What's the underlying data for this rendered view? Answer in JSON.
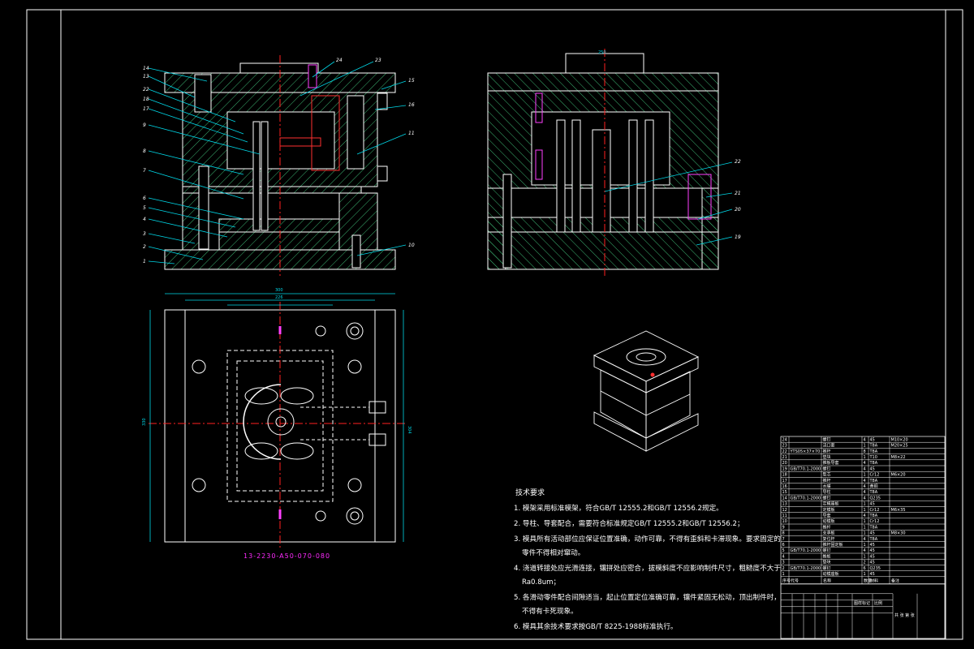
{
  "drawing": {
    "part_code": "13-2230-A50-070-080",
    "colors": {
      "frame": "#ffffff",
      "outline": "#ffffff",
      "hatch": "#3cb371",
      "centerline": "#ff2020",
      "dimension": "#00d8e8",
      "hidden": "#ffff00",
      "part_red": "#ff3030",
      "magenta": "#ff40ff"
    },
    "dimensions": [
      "300",
      "226",
      "330",
      "304",
      "250"
    ],
    "front_view_labels": [
      "14",
      "13",
      "22",
      "18",
      "17",
      "9",
      "8",
      "7",
      "6",
      "5",
      "4",
      "3",
      "2",
      "1",
      "24",
      "23",
      "15",
      "16",
      "11",
      "10"
    ],
    "side_view_labels": [
      "22",
      "21",
      "20",
      "19"
    ]
  },
  "notes": {
    "title": "技术要求",
    "items": [
      "1. 模架采用标准模架，符合GB/T 12555.2和GB/T 12556.2规定。",
      "2. 导柱、导套配合，需要符合标准规定GB/T 12555.2和GB/T 12556.2；",
      "3. 模具所有活动部位应保证位置准确，动作可靠，不得有歪斜和卡滞现象。要求固定的",
      "零件不得相对窜动。",
      "4. 浇道转接处应光滑连接，镶拼处应密合，拔模斜度不应影响制件尺寸，粗糙度不大于",
      "Ra0.8um；",
      "5. 各滑动零件配合间隙适当，起止位置定位准确可靠，镶件紧固无松动，顶出制件时，",
      "不得有卡死现象。",
      "6. 模具其余技术要求按GB/T 8225-1988标准执行。"
    ]
  },
  "parts_table": {
    "rows": [
      {
        "no": "24",
        "std": "",
        "name": "螺钉",
        "qty": "4",
        "mat": "45",
        "note": "M10×20"
      },
      {
        "no": "23",
        "std": "",
        "name": "浇口套",
        "qty": "1",
        "mat": "T8A",
        "note": "M20×25"
      },
      {
        "no": "22",
        "std": "YTS05×37×70",
        "name": "推杆",
        "qty": "8",
        "mat": "T8A",
        "note": ""
      },
      {
        "no": "21",
        "std": "",
        "name": "垫块",
        "qty": "1",
        "mat": "T10",
        "note": "M8×22"
      },
      {
        "no": "20",
        "std": "",
        "name": "推板导套",
        "qty": "4",
        "mat": "T8A",
        "note": ""
      },
      {
        "no": "19",
        "std": "GB/T70.1-2000",
        "name": "螺钉",
        "qty": "4",
        "mat": "45",
        "note": ""
      },
      {
        "no": "18",
        "std": "",
        "name": "型芯",
        "qty": "1",
        "mat": "Cr12",
        "note": "M6×20"
      },
      {
        "no": "17",
        "std": "",
        "name": "推杆",
        "qty": "4",
        "mat": "T8A",
        "note": ""
      },
      {
        "no": "16",
        "std": "",
        "name": "水嘴",
        "qty": "4",
        "mat": "黄铜",
        "note": ""
      },
      {
        "no": "15",
        "std": "",
        "name": "导柱",
        "qty": "4",
        "mat": "T8A",
        "note": ""
      },
      {
        "no": "14",
        "std": "GB/T70.1-2000",
        "name": "螺钉",
        "qty": "4",
        "mat": "Q235",
        "note": ""
      },
      {
        "no": "13",
        "std": "",
        "name": "定模座板",
        "qty": "1",
        "mat": "45",
        "note": ""
      },
      {
        "no": "12",
        "std": "",
        "name": "定模板",
        "qty": "1",
        "mat": "Cr12",
        "note": "M6×35"
      },
      {
        "no": "11",
        "std": "",
        "name": "导套",
        "qty": "4",
        "mat": "T8A",
        "note": ""
      },
      {
        "no": "10",
        "std": "",
        "name": "动模板",
        "qty": "1",
        "mat": "Cr12",
        "note": ""
      },
      {
        "no": "9",
        "std": "",
        "name": "推杆",
        "qty": "1",
        "mat": "T8A",
        "note": ""
      },
      {
        "no": "8",
        "std": "",
        "name": "支承板",
        "qty": "1",
        "mat": "45",
        "note": "M8×30"
      },
      {
        "no": "7",
        "std": "",
        "name": "复位杆",
        "qty": "4",
        "mat": "T8A",
        "note": ""
      },
      {
        "no": "6",
        "std": "",
        "name": "推杆固定板",
        "qty": "1",
        "mat": "45",
        "note": ""
      },
      {
        "no": "5",
        "std": "GB/T70.1-2000",
        "name": "螺钉",
        "qty": "4",
        "mat": "45",
        "note": ""
      },
      {
        "no": "4",
        "std": "",
        "name": "推板",
        "qty": "1",
        "mat": "45",
        "note": ""
      },
      {
        "no": "3",
        "std": "",
        "name": "垫块",
        "qty": "2",
        "mat": "45",
        "note": ""
      },
      {
        "no": "2",
        "std": "GB/T70.1-2000",
        "name": "螺钉",
        "qty": "6",
        "mat": "Q235",
        "note": ""
      },
      {
        "no": "1",
        "std": "",
        "name": "动模座板",
        "qty": "1",
        "mat": "45",
        "note": ""
      }
    ],
    "header": [
      "序号",
      "代号",
      "名称",
      "数量",
      "材料",
      "备注"
    ],
    "title_block": {
      "scale_label": "比例",
      "drawing_label": "图样标记",
      "sheet_label": "共 张 第 张"
    }
  }
}
